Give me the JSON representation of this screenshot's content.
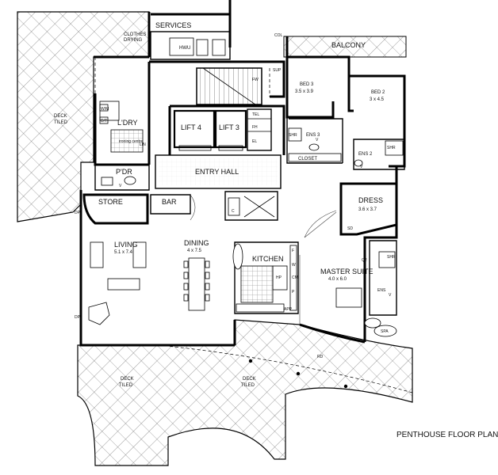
{
  "title": "PENTHOUSE FLOOR PLAN",
  "rooms": {
    "services": "SERVICES",
    "clothes_drying_1": "CLOTHES",
    "clothes_drying_2": "DRYING",
    "hwu": "HWU",
    "deck_left_1": "DECK",
    "deck_left_2": "TILED",
    "laundry": "L'DRY",
    "powder": "P'DR",
    "store": "STORE",
    "bar": "BAR",
    "lift_4": "LIFT 4",
    "lift_3": "LIFT 3",
    "entry_hall": "ENTRY HALL",
    "balcony": "BALCONY",
    "bed3": "BED 3",
    "bed3_size": "3.5 x 3.9",
    "bed2": "BED 2",
    "bed2_size": "3 x 4.5",
    "ens3": "ENS 3",
    "ens2": "ENS 2",
    "closet": "CLOSET",
    "dress": "DRESS",
    "dress_size": "3.6 x 3.7",
    "living": "LIVING",
    "living_size": "5.1 x 7.4",
    "dining": "DINING",
    "dining_size": "4 x 7.5",
    "kitchen": "KITCHEN",
    "master_suite": "MASTER SUITE",
    "master_suite_size": "4.0 x 6.0",
    "deck_bl_1": "DECK",
    "deck_bl_2": "TILED",
    "deck_bc_1": "DECK",
    "deck_bc_2": "TILED",
    "spa": "SPA"
  },
  "small_labels": {
    "col": "COL",
    "tel": "TEL",
    "fh": "FH",
    "el": "EL",
    "shr_1": "SHR",
    "shr_2": "SHR",
    "shr_3": "SHR",
    "wm": "W/M",
    "dt": "D/T",
    "lin": "LIN",
    "hp": "HP",
    "cm": "CM",
    "app": "APP",
    "sd": "SD",
    "ens": "ENS",
    "f": "F",
    "w": "W",
    "p": "P",
    "c": "C",
    "v_1": "V",
    "v_2": "V",
    "v_3": "V",
    "v_4": "V",
    "sup": "SUP",
    "fw": "FW",
    "rd": "RD",
    "ironing_centre": "ironing centre",
    "q2": "Q2",
    "dp_1": "DP",
    "dp_2": "DP"
  }
}
